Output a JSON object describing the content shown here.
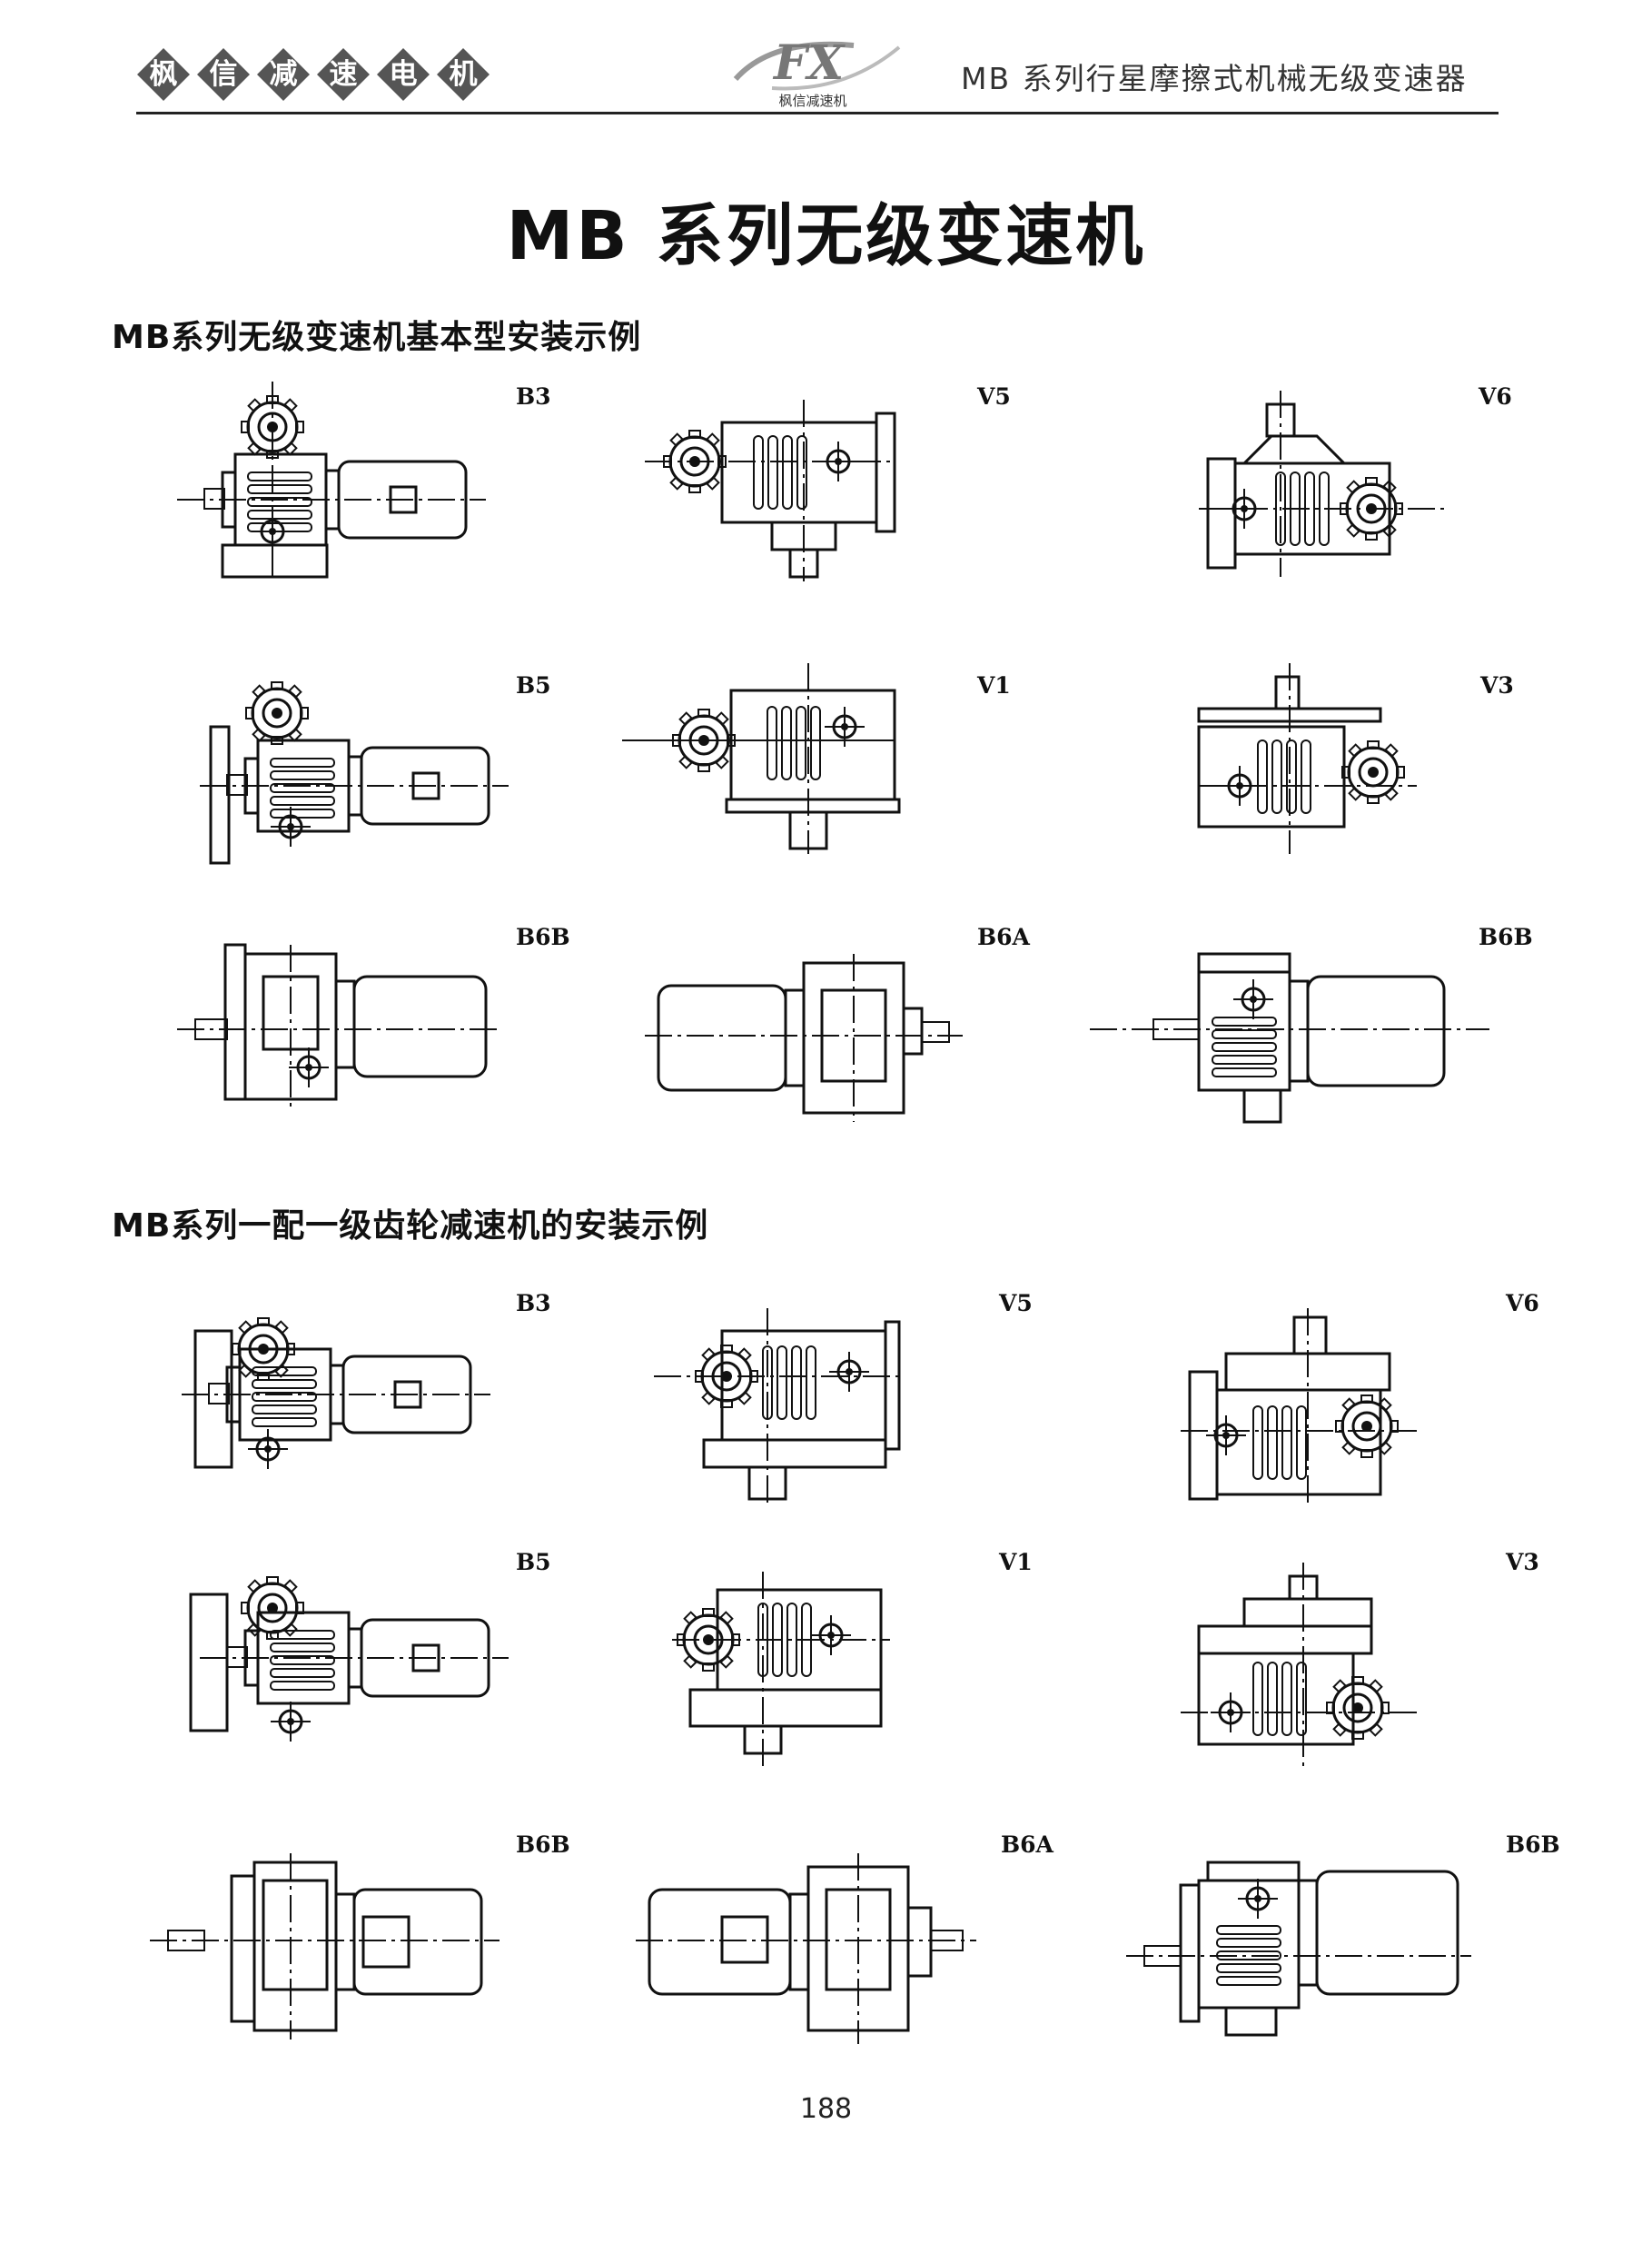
{
  "header": {
    "brand_chars": [
      "枫",
      "信",
      "减",
      "速",
      "电",
      "机"
    ],
    "logo_text": "FX",
    "logo_subtitle": "枫信减速机",
    "right_title": "MB 系列行星摩擦式机械无级变速器"
  },
  "title": "MB 系列无级变速机",
  "sections": [
    {
      "heading": "MB系列无级变速机基本型安装示例",
      "figures": [
        {
          "label": "B3"
        },
        {
          "label": "V5"
        },
        {
          "label": "V6"
        },
        {
          "label": "B5"
        },
        {
          "label": "V1"
        },
        {
          "label": "V3"
        },
        {
          "label": "B6B"
        },
        {
          "label": "B6A"
        },
        {
          "label": "B6B"
        }
      ]
    },
    {
      "heading": "MB系列一配一级齿轮减速机的安装示例",
      "figures": [
        {
          "label": "B3"
        },
        {
          "label": "V5"
        },
        {
          "label": "V6"
        },
        {
          "label": "B5"
        },
        {
          "label": "V1"
        },
        {
          "label": "V3"
        },
        {
          "label": "B6B"
        },
        {
          "label": "B6A"
        },
        {
          "label": "B6B"
        }
      ]
    }
  ],
  "page_number": "188",
  "colors": {
    "brand_badge": "#555555",
    "rule": "#222222",
    "ink": "#111111"
  }
}
